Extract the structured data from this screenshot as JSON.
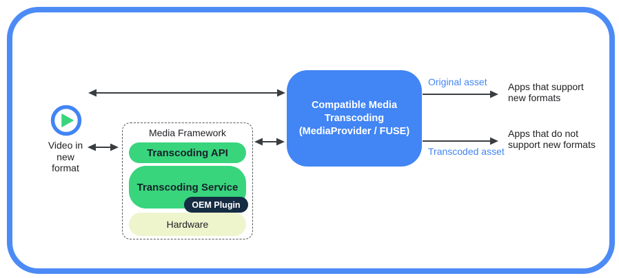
{
  "colors": {
    "frame_blue": "#4c8bf5",
    "hub_blue": "#4285f4",
    "green": "#38d57d",
    "navy": "#152c42",
    "cream": "#eef5cd",
    "arrow_gray": "#3a3d40",
    "asset_label_blue": "#4285f4"
  },
  "source": {
    "icon": "play-icon",
    "line1": "Video in",
    "line2": "new",
    "line3": "format"
  },
  "framework": {
    "title": "Media Framework",
    "api": "Transcoding API",
    "service": "Transcoding Service",
    "oem_plugin": "OEM Plugin",
    "hardware": "Hardware"
  },
  "hub": {
    "line1": "Compatible Media",
    "line2": "Transcoding",
    "line3": "(MediaProvider / FUSE)"
  },
  "outputs": {
    "original": {
      "asset_label": "Original asset",
      "app_line1": "Apps that support",
      "app_line2": "new formats"
    },
    "transcoded": {
      "asset_label": "Transcoded asset",
      "app_line1": "Apps that do not",
      "app_line2": "support new formats"
    }
  }
}
